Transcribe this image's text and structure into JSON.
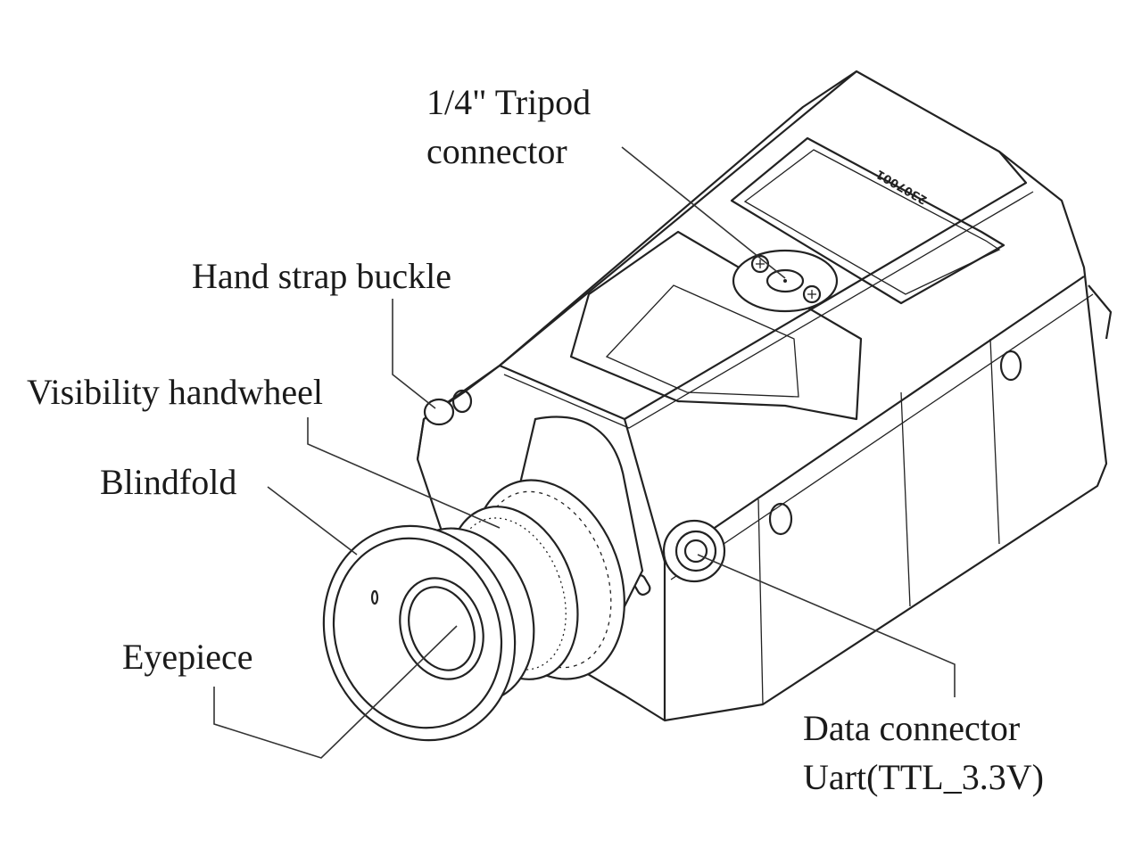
{
  "labels": {
    "tripod_line1": "1/4\" Tripod",
    "tripod_line2": "connector",
    "hand_strap": "Hand strap buckle",
    "visibility": "Visibility handwheel",
    "blindfold": "Blindfold",
    "eyepiece": "Eyepiece",
    "data_line1": "Data connector",
    "data_line2": "Uart(TTL_3.3V)"
  },
  "device": {
    "serial_number": "2307001"
  }
}
